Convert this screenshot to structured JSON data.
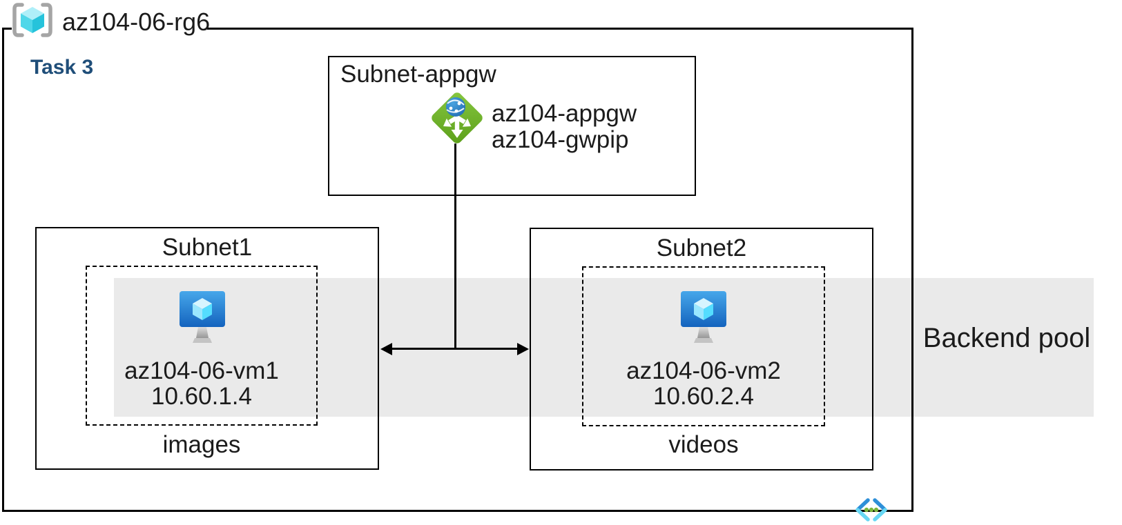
{
  "resource_group": {
    "name": "az104-06-rg6",
    "icon": "resource-group-icon"
  },
  "task": {
    "label": "Task 3"
  },
  "appgw_subnet": {
    "title": "Subnet-appgw",
    "icon": "application-gateway-icon",
    "gateway_name": "az104-appgw",
    "public_ip_name": "az104-gwpip"
  },
  "subnet1": {
    "title": "Subnet1",
    "icon": "virtual-machine-icon",
    "vm_name": "az104-06-vm1",
    "vm_ip": "10.60.1.4",
    "storage_label": "images"
  },
  "subnet2": {
    "title": "Subnet2",
    "icon": "virtual-machine-icon",
    "vm_name": "az104-06-vm2",
    "vm_ip": "10.60.2.4",
    "storage_label": "videos"
  },
  "backend_pool": {
    "label": "Backend pool"
  },
  "footer_icon": "virtual-network-icon",
  "colors": {
    "task_text": "#1F4E79",
    "backend_band": "#EAEAEA",
    "border": "#000000",
    "appgw_green": "#6FAF24",
    "globe_blue": "#2B7EC3",
    "vm_monitor_blue": "#1E7FD8",
    "cube_cyan": "#50E6FF",
    "rg_bracket_gray": "#A5A5A5",
    "vnet_chevron_blue": "#2E8FD8",
    "vnet_chevron_cyan": "#67D7F4",
    "vnet_dot_green": "#7BB73C"
  }
}
